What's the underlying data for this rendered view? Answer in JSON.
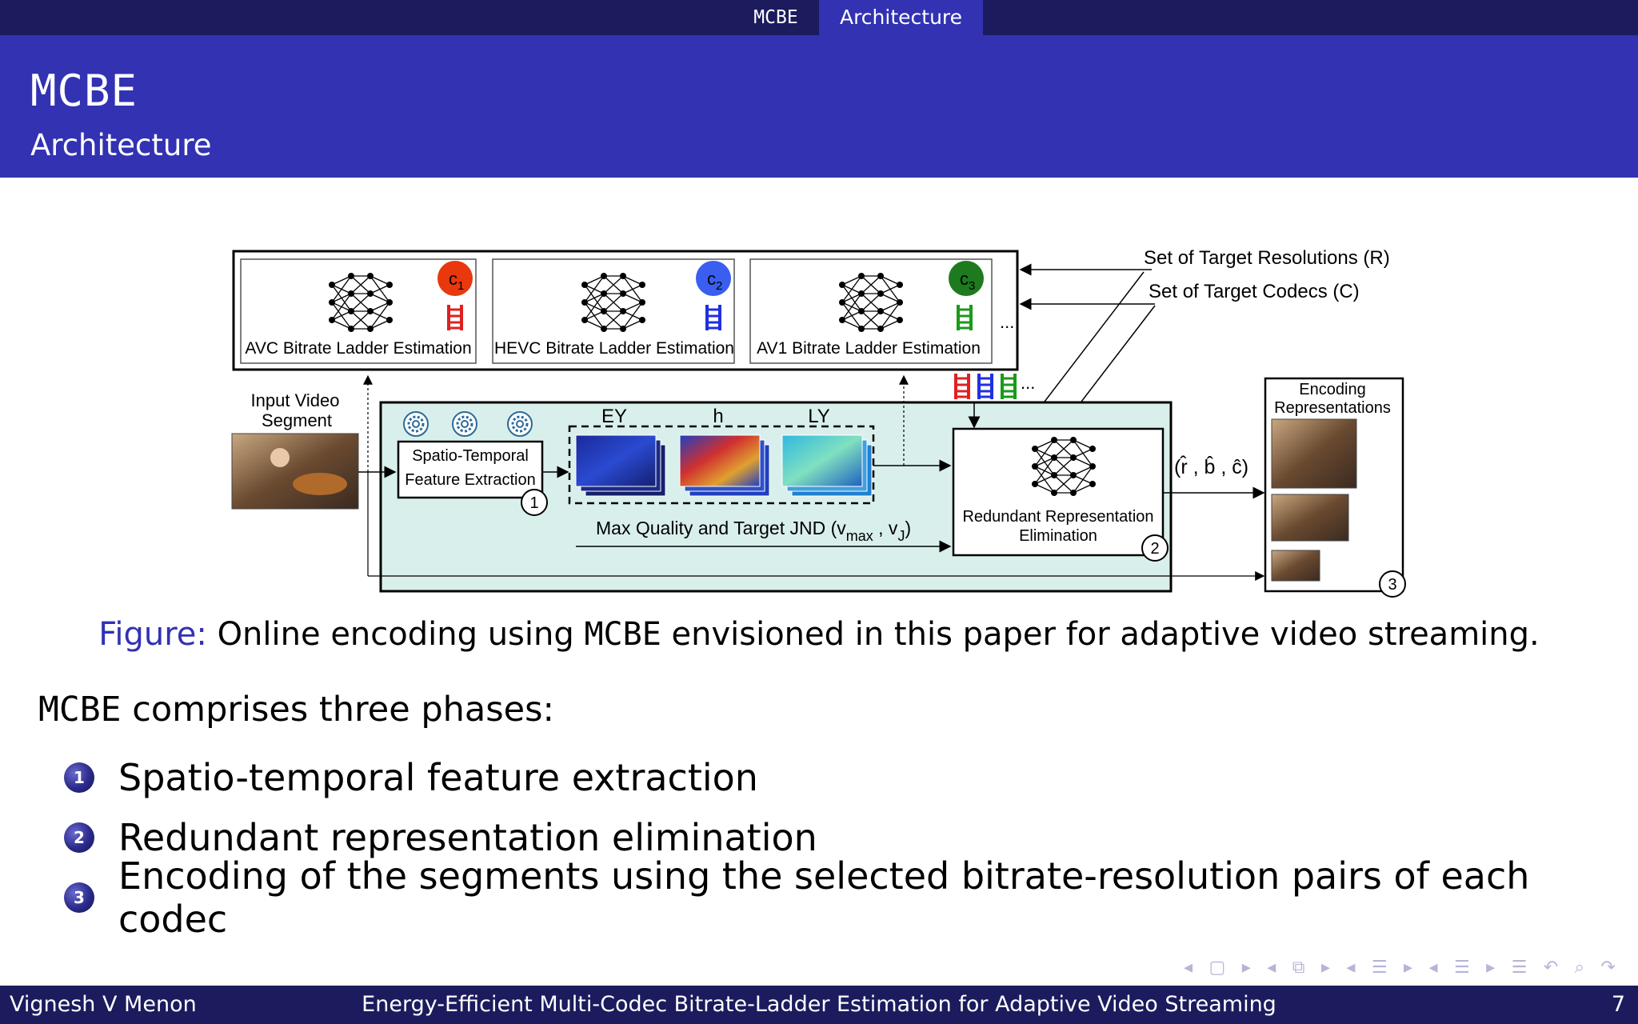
{
  "nav": {
    "section": "MCBE",
    "subsection": "Architecture"
  },
  "frame": {
    "title": "MCBE",
    "subtitle": "Architecture"
  },
  "figure": {
    "modules": [
      {
        "label": "AVC Bitrate Ladder Estimation",
        "badge": "c",
        "badge_sub": "1",
        "color": "#e8380d"
      },
      {
        "label": "HEVC Bitrate Ladder Estimation",
        "badge": "c",
        "badge_sub": "2",
        "color": "#3a5ef0"
      },
      {
        "label": "AV1 Bitrate Ladder Estimation",
        "badge": "c",
        "badge_sub": "3",
        "color": "#1e7a1e"
      }
    ],
    "ellipsis": "...",
    "target_resolutions": "Set of Target Resolutions (R)",
    "target_codecs": "Set of Target Codecs (C)",
    "input_label_1": "Input Video",
    "input_label_2": "Segment",
    "feature_box_1": "Spatio-Temporal",
    "feature_box_2": "Feature Extraction",
    "features": [
      "EY",
      "h",
      "LY"
    ],
    "max_quality": "Max Quality and Target JND (v",
    "max_quality_sub1": "max",
    "max_quality_mid": " , v",
    "max_quality_sub2": "J",
    "max_quality_end": ")",
    "rre_1": "Redundant Representation",
    "rre_2": "Elimination",
    "output_tuple": "(r̂ , b̂ , ĉ)",
    "encoding_1": "Encoding",
    "encoding_2": "Representations",
    "step_numbers": [
      "1",
      "2",
      "3"
    ]
  },
  "caption": {
    "label": "Figure:",
    "pre": " Online encoding using ",
    "mono": "MCBE",
    "post": " envisioned in this paper for adaptive video streaming."
  },
  "intro": {
    "mono": "MCBE",
    "text": " comprises three phases:"
  },
  "phases": [
    {
      "num": "1",
      "text": "Spatio-temporal feature extraction"
    },
    {
      "num": "2",
      "text": "Redundant representation elimination"
    },
    {
      "num": "3",
      "text": "Encoding of the segments using the selected bitrate-resolution pairs of each codec"
    }
  ],
  "footer": {
    "author": "Vignesh V Menon",
    "title": "Energy-Efficient Multi-Codec Bitrate-Ladder Estimation for Adaptive Video Streaming",
    "page": "7"
  },
  "colors": {
    "nav_dark": "#1b1b5e",
    "title_blue": "#3232b3",
    "teal_bg": "#d9efec"
  }
}
